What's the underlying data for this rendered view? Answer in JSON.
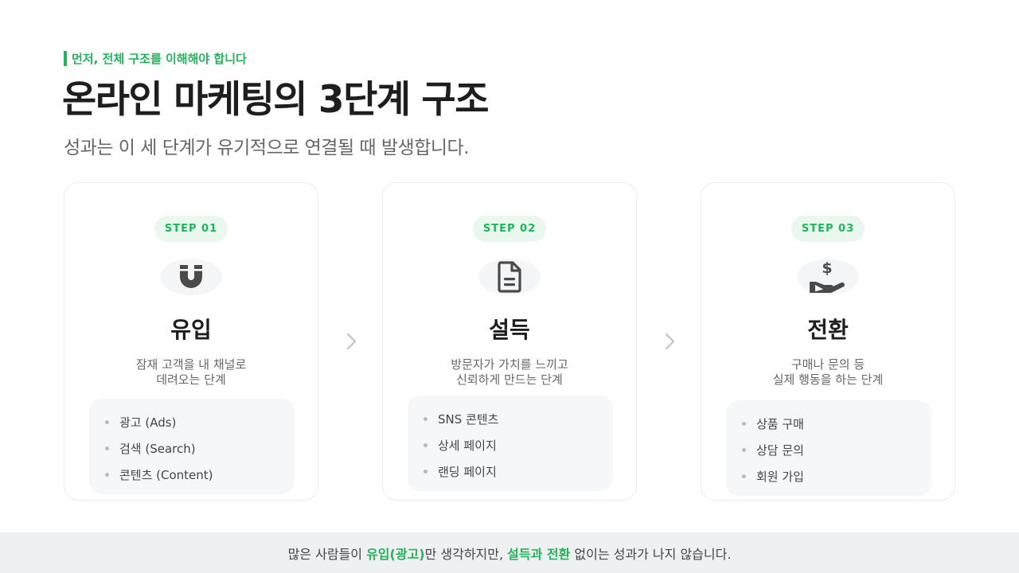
{
  "header": {
    "eyebrow": "먼저, 전체 구조를 이해해야 합니다",
    "title": "온라인 마케팅의 3단계 구조",
    "subtitle": "성과는 이 세 단계가 유기적으로 연결될 때 발생합니다."
  },
  "colors": {
    "accent": "#22b45a",
    "pill_bg": "#e9f7ee",
    "icon": "#4a4a4a",
    "footer_bg": "#eef0f2"
  },
  "steps": [
    {
      "step_label": "STEP 01",
      "icon": "magnet-icon",
      "title": "유입",
      "desc_lines": [
        "잠재 고객을 내 채널로",
        "데려오는 단계"
      ],
      "items": [
        "광고 (Ads)",
        "검색 (Search)",
        "콘텐츠 (Content)"
      ]
    },
    {
      "step_label": "STEP 02",
      "icon": "document-icon",
      "title": "설득",
      "desc_lines": [
        "방문자가 가치를 느끼고",
        "신뢰하게 만드는 단계"
      ],
      "items": [
        "SNS 콘텐츠",
        "상세 페이지",
        "랜딩 페이지"
      ]
    },
    {
      "step_label": "STEP 03",
      "icon": "hand-dollar-icon",
      "title": "전환",
      "desc_lines": [
        "구매나 문의 등",
        "실제 행동을 하는 단계"
      ],
      "items": [
        "상품 구매",
        "상담 문의",
        "회원 가입"
      ]
    }
  ],
  "arrows": [
    "chevron-right-icon",
    "chevron-right-icon"
  ],
  "footer": {
    "part1": "많은 사람들이 ",
    "hl1": "유입(광고)",
    "part2": "만 생각하지만, ",
    "hl2": "설득과 전환",
    "part3": " 없이는 성과가 나지 않습니다."
  }
}
